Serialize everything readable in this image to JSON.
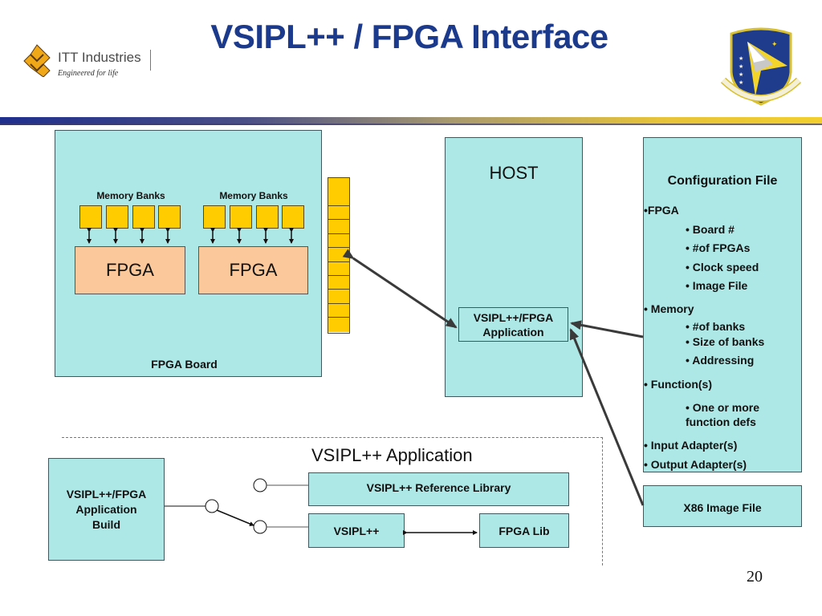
{
  "slide": {
    "title": "VSIPL++ / FPGA Interface",
    "page_number": "20"
  },
  "logos": {
    "left": {
      "name": "ITT Industries",
      "tagline": "Engineered for life",
      "icon": "itt-diamond-logo-icon"
    },
    "right": {
      "name": "Air Force Research Laboratory",
      "icon": "afrl-shield-logo-icon"
    }
  },
  "colors": {
    "title": "#1c3a8c",
    "box_fill": "#aee8e6",
    "memory_fill": "#ffcc00",
    "fpga_fill": "#fbc89b"
  },
  "fpga_board": {
    "label": "FPGA Board",
    "groups": [
      {
        "memory_label": "Memory Banks",
        "bank_count": 4,
        "fpga_label": "FPGA"
      },
      {
        "memory_label": "Memory Banks",
        "bank_count": 4,
        "fpga_label": "FPGA"
      }
    ],
    "buffer_cells": 10
  },
  "host": {
    "label": "HOST",
    "application": {
      "line1": "VSIPL++/FPGA",
      "line2": "Application"
    }
  },
  "config_file": {
    "title": "Configuration File",
    "items": [
      {
        "text": "•FPGA",
        "level": 0
      },
      {
        "text": "• Board #",
        "level": 1
      },
      {
        "text": "• #of  FPGAs",
        "level": 1
      },
      {
        "text": "• Clock speed",
        "level": 1
      },
      {
        "text": "• Image File",
        "level": 1
      },
      {
        "text": "• Memory",
        "level": 0
      },
      {
        "text": "• #of banks",
        "level": 1
      },
      {
        "text": "• Size of banks",
        "level": 1
      },
      {
        "text": "• Addressing",
        "level": 1
      },
      {
        "text": "• Function(s)",
        "level": 0
      },
      {
        "text": "• One or more",
        "level": 1
      },
      {
        "text": "function defs",
        "level": 1
      },
      {
        "text": "• Input Adapter(s)",
        "level": 0
      },
      {
        "text": "• Output Adapter(s)",
        "level": 0
      }
    ]
  },
  "x86_image": {
    "label": "X86 Image File"
  },
  "build_section": {
    "title": "VSIPL++ Application",
    "build_box": {
      "line1": "VSIPL++/FPGA",
      "line2": "Application",
      "line3": "Build"
    },
    "reference_library": "VSIPL++ Reference Library",
    "vsipl": "VSIPL++",
    "fpga_lib": "FPGA Lib"
  }
}
